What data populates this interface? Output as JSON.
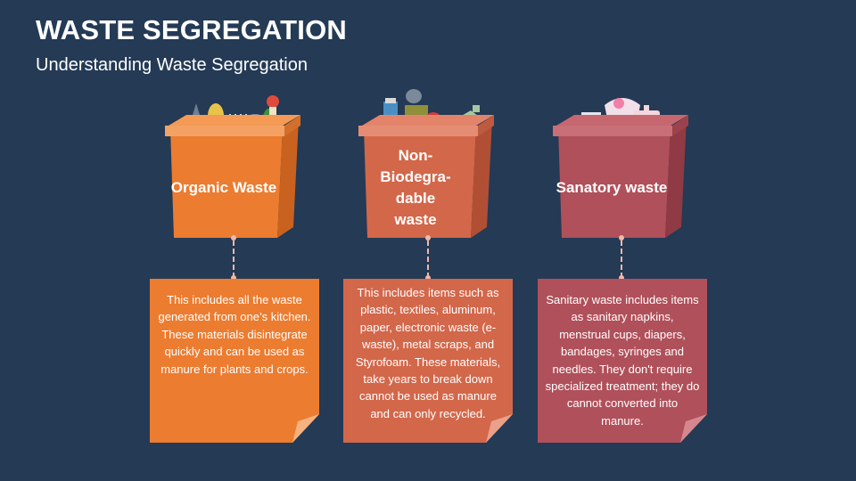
{
  "title": "WASTE SEGREGATION",
  "subtitle": "Understanding Waste Segregation",
  "colors": {
    "background": "#243a55",
    "organic": "#ec7c30",
    "non_biodegradable": "#d3674a",
    "sanitary": "#b0505a"
  },
  "categories": [
    {
      "label": "Organic Waste",
      "description": "This includes all the waste generated from one’s kitchen. These materials disintegrate quickly and can be used as manure for plants and crops."
    },
    {
      "label": "Non-Biodegra-dable waste",
      "description": "This includes items such as plastic, textiles, aluminum, paper, electronic waste (e-waste), metal scraps, and Styrofoam. These materials, take years to break down cannot be used as manure and can only recycled."
    },
    {
      "label": "Sanatory waste",
      "description": "Sanitary waste includes items as sanitary napkins, menstrual cups, diapers, bandages, syringes and needles. They don't require specialized treatment; they do cannot converted into manure."
    }
  ]
}
